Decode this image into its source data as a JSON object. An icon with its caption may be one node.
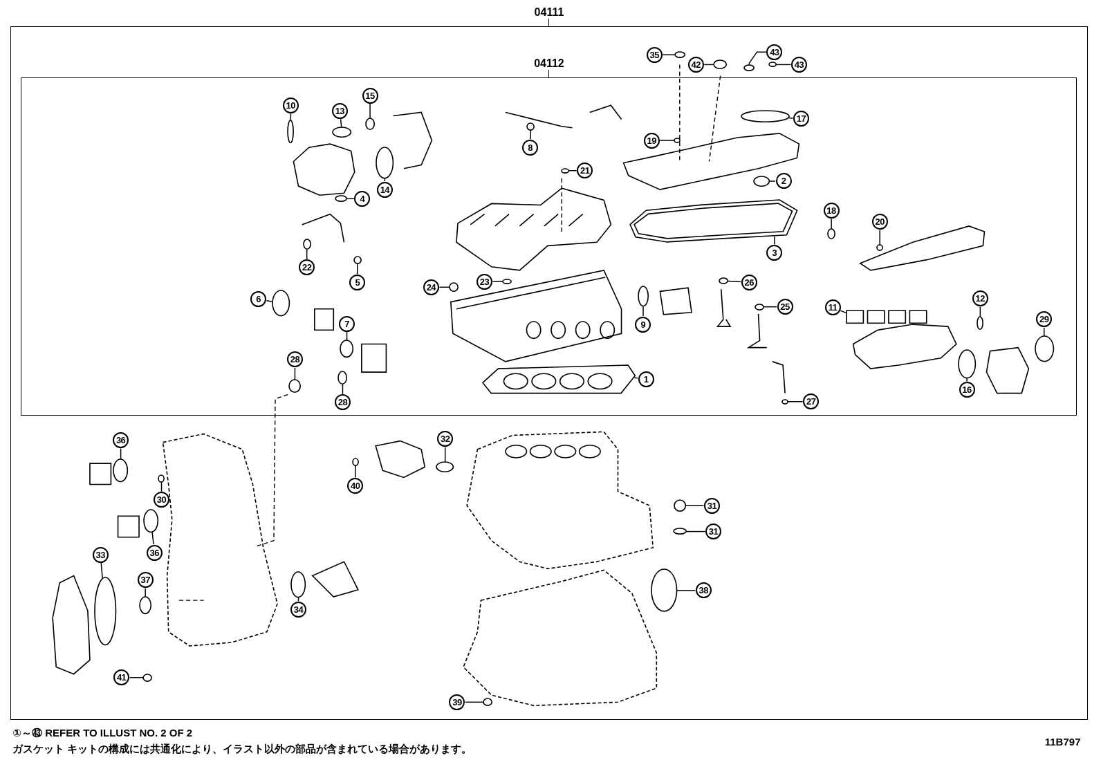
{
  "diagram": {
    "nodes": [
      {
        "text": [
          "04111"
        ]
      },
      {
        "text": [
          "04112"
        ],
        "in": 0
      },
      {
        "text": [
          "35"
        ],
        "in": 0
      },
      {
        "text": [
          "42"
        ],
        "in": 0
      },
      {
        "text": [
          "43"
        ],
        "in": 0
      },
      {
        "text": [
          "43"
        ],
        "in": 0
      },
      {
        "text": [
          "10"
        ],
        "in": 1
      },
      {
        "text": [
          "13"
        ],
        "in": 1
      },
      {
        "text": [
          "15"
        ],
        "in": 1
      },
      {
        "text": [
          "14"
        ],
        "in": 1
      },
      {
        "text": [
          "4"
        ],
        "in": 1
      },
      {
        "text": [
          "8"
        ],
        "in": 1
      },
      {
        "text": [
          "21"
        ],
        "in": 1
      },
      {
        "text": [
          "17"
        ],
        "in": 1
      },
      {
        "text": [
          "19"
        ],
        "in": 1
      },
      {
        "text": [
          "2"
        ],
        "in": 1
      },
      {
        "text": [
          "3"
        ],
        "in": 1
      },
      {
        "text": [
          "18"
        ],
        "in": 1
      },
      {
        "text": [
          "20"
        ],
        "in": 1
      },
      {
        "text": [
          "22"
        ],
        "in": 1
      },
      {
        "text": [
          "5"
        ],
        "in": 1
      },
      {
        "text": [
          "6"
        ],
        "in": 1
      },
      {
        "text": [
          "7"
        ],
        "in": 1
      },
      {
        "text": [
          "24"
        ],
        "in": 1
      },
      {
        "text": [
          "23"
        ],
        "in": 1
      },
      {
        "text": [
          "9"
        ],
        "in": 1
      },
      {
        "text": [
          "26"
        ],
        "in": 1
      },
      {
        "text": [
          "25"
        ],
        "in": 1
      },
      {
        "text": [
          "11"
        ],
        "in": 1
      },
      {
        "text": [
          "12"
        ],
        "in": 1
      },
      {
        "text": [
          "29"
        ],
        "in": 1
      },
      {
        "text": [
          "16"
        ],
        "in": 1
      },
      {
        "text": [
          "27"
        ],
        "in": 1
      },
      {
        "text": [
          "1"
        ],
        "in": 1
      },
      {
        "text": [
          "28"
        ],
        "in": 1
      },
      {
        "text": [
          "28"
        ],
        "in": 1
      },
      {
        "text": [
          "36"
        ],
        "in": 0
      },
      {
        "text": [
          "30"
        ],
        "in": 0
      },
      {
        "text": [
          "36"
        ],
        "in": 0
      },
      {
        "text": [
          "33"
        ],
        "in": 0
      },
      {
        "text": [
          "37"
        ],
        "in": 0
      },
      {
        "text": [
          "34"
        ],
        "in": 0
      },
      {
        "text": [
          "32"
        ],
        "in": 0
      },
      {
        "text": [
          "40"
        ],
        "in": 0
      },
      {
        "text": [
          "31"
        ],
        "in": 0
      },
      {
        "text": [
          "31"
        ],
        "in": 0
      },
      {
        "text": [
          "38"
        ],
        "in": 0
      },
      {
        "text": [
          "41"
        ],
        "in": 0
      },
      {
        "text": [
          "39"
        ],
        "in": 0
      },
      {
        "text": [],
        "shape": "circle",
        "in": 0
      },
      {
        "text": [],
        "shape": "circle",
        "in": 0
      },
      {
        "text": [],
        "shape": "circle",
        "in": 0
      },
      {
        "text": [],
        "shape": "circle",
        "in": 0
      },
      {
        "text": [],
        "shape": "circle",
        "in": 1
      },
      {
        "text": [],
        "shape": "circle",
        "in": 1
      },
      {
        "text": [],
        "shape": "circle",
        "in": 1
      },
      {
        "text": [],
        "shape": "circle",
        "in": 1
      },
      {
        "text": [],
        "shape": "circle",
        "in": 1
      },
      {
        "text": [],
        "shape": "circle",
        "in": 1
      },
      {
        "text": [],
        "shape": "circle",
        "in": 1
      },
      {
        "text": [],
        "shape": "circle",
        "in": 1
      },
      {
        "text": [],
        "shape": "circle",
        "in": 1
      },
      {
        "text": [],
        "shape": "circle",
        "in": 1
      },
      {
        "text": [],
        "shape": "picture",
        "in": 1
      },
      {
        "text": [],
        "shape": "circle",
        "in": 1
      },
      {
        "text": [],
        "shape": "circle",
        "in": 1
      },
      {
        "text": [],
        "shape": "circle",
        "in": 1
      },
      {
        "text": [],
        "shape": "circle",
        "in": 1
      },
      {
        "text": [],
        "shape": "circle",
        "in": 1
      },
      {
        "text": [],
        "shape": "circle",
        "in": 1
      },
      {
        "text": [],
        "shape": "circle",
        "in": 1
      },
      {
        "text": [],
        "shape": "circle",
        "in": 1
      },
      {
        "text": [],
        "shape": "circle",
        "in": 1
      },
      {
        "text": [],
        "shape": "circle",
        "in": 1
      },
      {
        "text": [],
        "shape": "circle",
        "in": 1
      },
      {
        "text": [],
        "shape": "picture",
        "in": 1
      },
      {
        "text": [],
        "shape": "circle",
        "in": 1
      },
      {
        "text": [],
        "shape": "circle",
        "in": 1
      },
      {
        "text": [],
        "shape": "circle",
        "in": 1
      },
      {
        "text": [],
        "shape": "circle",
        "in": 1
      },
      {
        "text": [],
        "shape": "picture",
        "in": 1
      },
      {
        "text": [],
        "shape": "circle",
        "in": 1
      },
      {
        "text": [],
        "shape": "circle",
        "in": 1
      },
      {
        "text": [],
        "shape": "circle",
        "in": 0
      },
      {
        "text": [],
        "shape": "circle",
        "in": 0
      },
      {
        "text": [],
        "shape": "circle",
        "in": 0
      },
      {
        "text": [],
        "shape": "circle",
        "in": 0
      },
      {
        "text": [],
        "shape": "circle",
        "in": 0
      },
      {
        "text": [],
        "shape": "circle",
        "in": 0
      },
      {
        "text": [],
        "shape": "circle",
        "in": 0
      },
      {
        "text": [],
        "shape": "circle",
        "in": 0
      },
      {
        "text": [],
        "shape": "circle",
        "in": 0
      },
      {
        "text": [],
        "shape": "circle",
        "in": 0
      },
      {
        "text": [],
        "shape": "circle",
        "in": 0
      },
      {
        "text": [],
        "shape": "circle",
        "in": 0
      },
      {
        "text": [],
        "shape": "circle",
        "in": 0
      }
    ],
    "edges": [
      {
        "from": 2,
        "to": 49,
        "arrow": "none"
      },
      {
        "from": 3,
        "to": 50,
        "arrow": "none"
      },
      {
        "from": 4,
        "to": 51,
        "arrow": "none"
      },
      {
        "from": 5,
        "to": 52,
        "arrow": "none"
      },
      {
        "from": 6,
        "to": 53,
        "arrow": "none"
      },
      {
        "from": 7,
        "to": 54,
        "arrow": "none"
      },
      {
        "from": 8,
        "to": 55,
        "arrow": "none"
      },
      {
        "from": 9,
        "to": 56,
        "arrow": "none"
      },
      {
        "from": 10,
        "to": 57,
        "arrow": "none"
      },
      {
        "from": 11,
        "to": 58,
        "arrow": "none"
      },
      {
        "from": 12,
        "to": 59,
        "arrow": "none"
      },
      {
        "from": 13,
        "to": 60,
        "arrow": "none"
      },
      {
        "from": 14,
        "to": 61,
        "arrow": "none"
      },
      {
        "from": 15,
        "to": 62,
        "arrow": "none"
      },
      {
        "from": 16,
        "to": 63,
        "arrow": "none"
      },
      {
        "from": 17,
        "to": 64,
        "arrow": "none"
      },
      {
        "from": 18,
        "to": 65,
        "arrow": "none"
      },
      {
        "from": 19,
        "to": 66,
        "arrow": "none"
      },
      {
        "from": 20,
        "to": 67,
        "arrow": "none"
      },
      {
        "from": 21,
        "to": 68,
        "arrow": "none"
      },
      {
        "from": 22,
        "to": 69,
        "arrow": "none"
      },
      {
        "from": 23,
        "to": 70,
        "arrow": "none"
      },
      {
        "from": 24,
        "to": 71,
        "arrow": "none"
      },
      {
        "from": 25,
        "to": 72,
        "arrow": "none"
      },
      {
        "from": 26,
        "to": 73,
        "arrow": "none"
      },
      {
        "from": 27,
        "to": 74,
        "arrow": "none"
      },
      {
        "from": 28,
        "to": 75,
        "arrow": "none"
      },
      {
        "from": 29,
        "to": 76,
        "arrow": "none"
      },
      {
        "from": 30,
        "to": 77,
        "arrow": "none"
      },
      {
        "from": 31,
        "to": 78,
        "arrow": "none"
      },
      {
        "from": 32,
        "to": 79,
        "arrow": "none"
      },
      {
        "from": 33,
        "to": 80,
        "arrow": "none"
      },
      {
        "from": 34,
        "to": 81,
        "arrow": "none"
      },
      {
        "from": 35,
        "to": 82,
        "arrow": "none"
      },
      {
        "from": 36,
        "to": 83,
        "arrow": "none"
      },
      {
        "from": 37,
        "to": 84,
        "arrow": "none"
      },
      {
        "from": 38,
        "to": 85,
        "arrow": "none"
      },
      {
        "from": 39,
        "to": 86,
        "arrow": "none"
      },
      {
        "from": 40,
        "to": 87,
        "arrow": "none"
      },
      {
        "from": 41,
        "to": 88,
        "arrow": "none"
      },
      {
        "from": 42,
        "to": 89,
        "arrow": "none"
      },
      {
        "from": 43,
        "to": 90,
        "arrow": "none"
      },
      {
        "from": 44,
        "to": 91,
        "arrow": "none"
      },
      {
        "from": 45,
        "to": 92,
        "arrow": "none"
      },
      {
        "from": 46,
        "to": 93,
        "arrow": "none"
      },
      {
        "from": 47,
        "to": 94,
        "arrow": "none"
      },
      {
        "from": 48,
        "to": 95,
        "arrow": "none"
      }
    ],
    "labels": [
      "①～㊸ REFER TO ILLUST NO. 2 OF 2",
      "ガスケット キットの構成には共通化により、イラスト以外の部品が含まれている場合があります。",
      "11B797"
    ]
  }
}
